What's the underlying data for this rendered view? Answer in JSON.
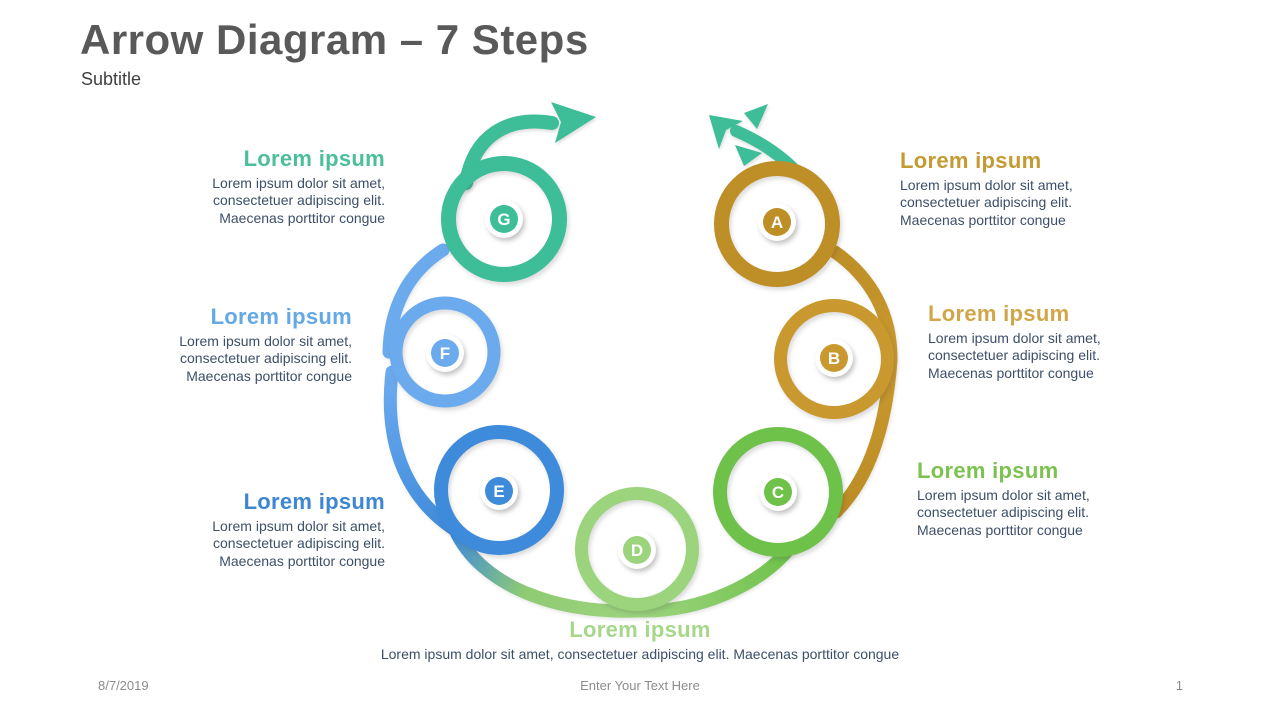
{
  "slide": {
    "title": "Arrow Diagram – 7 Steps",
    "subtitle": "Subtitle",
    "footer": {
      "date": "8/7/2019",
      "placeholder": "Enter Your Text Here",
      "page_number": "1"
    }
  },
  "diagram": {
    "type": "circular-arrow-cycle",
    "arrow_color": "#3DBD98",
    "body_text_color": "#3D4F68",
    "steps": [
      {
        "letter": "A",
        "ring_color": "#BE8E27",
        "heading": "Lorem ipsum",
        "heading_color": "#C49A33",
        "body": "Lorem ipsum dolor sit amet, consectetuer adipiscing elit. Maecenas porttitor congue"
      },
      {
        "letter": "B",
        "ring_color": "#C9992F",
        "heading": "Lorem ipsum",
        "heading_color": "#D0A648",
        "body": "Lorem ipsum dolor sit amet, consectetuer adipiscing elit. Maecenas porttitor congue"
      },
      {
        "letter": "C",
        "ring_color": "#6EC149",
        "heading": "Lorem ipsum",
        "heading_color": "#7CC250",
        "body": "Lorem ipsum dolor sit amet, consectetuer adipiscing elit. Maecenas porttitor congue"
      },
      {
        "letter": "D",
        "ring_color": "#9CD47E",
        "heading": "Lorem ipsum",
        "heading_color": "#A6D78B",
        "body": "Lorem ipsum dolor sit amet, consectetuer adipiscing elit. Maecenas porttitor congue"
      },
      {
        "letter": "E",
        "ring_color": "#3E8BDB",
        "heading": "Lorem ipsum",
        "heading_color": "#3C86D2",
        "body": "Lorem ipsum dolor sit amet, consectetuer adipiscing elit. Maecenas porttitor congue"
      },
      {
        "letter": "F",
        "ring_color": "#6CAAEE",
        "heading": "Lorem ipsum",
        "heading_color": "#64A8E6",
        "body": "Lorem ipsum dolor sit amet, consectetuer adipiscing elit. Maecenas porttitor congue"
      },
      {
        "letter": "G",
        "ring_color": "#3DBD98",
        "heading": "Lorem ipsum",
        "heading_color": "#4CBE9B",
        "body": "Lorem ipsum dolor sit amet, consectetuer adipiscing elit. Maecenas porttitor congue"
      }
    ]
  }
}
